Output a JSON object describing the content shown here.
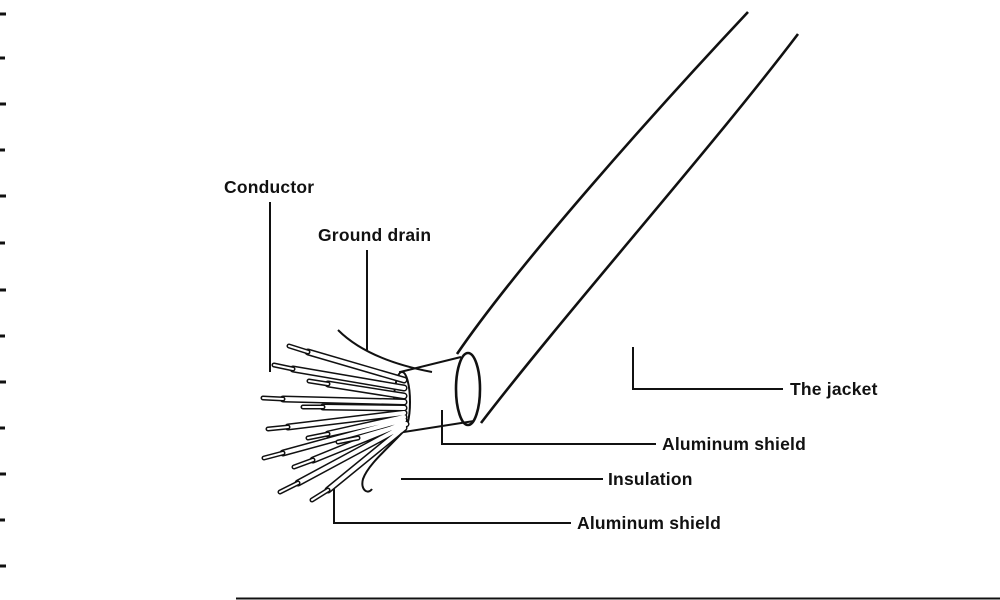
{
  "diagram": {
    "subject": "coaxial-multiconductor-cable-cutaway",
    "labels": {
      "conductor": "Conductor",
      "ground_drain": "Ground drain",
      "the_jacket": "The jacket",
      "aluminum_shield_top": "Aluminum shield",
      "insulation": "Insulation",
      "aluminum_shield_bottom": "Aluminum shield"
    },
    "colors": {
      "line": "#111111",
      "text": "#111111",
      "background": "#ffffff"
    }
  }
}
